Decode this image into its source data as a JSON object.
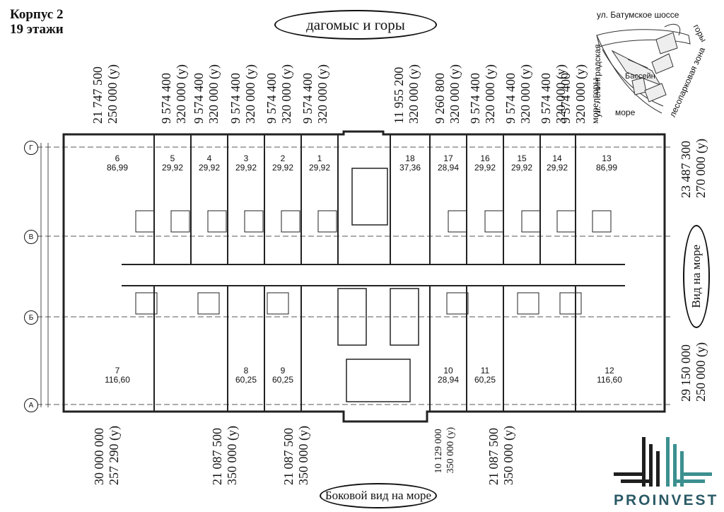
{
  "header": {
    "building": "Корпус 2",
    "floors": "19 этажи"
  },
  "orientation": {
    "top": "дагомыс и горы",
    "right": "Вид на море",
    "bottom": "Боковой вид на море"
  },
  "top_prices": [
    {
      "price": "21 747 500",
      "per_m2": "250 000 (у)"
    },
    {
      "price": "9 574 400",
      "per_m2": "320 000 (у)"
    },
    {
      "price": "9 574 400",
      "per_m2": "320 000 (у)"
    },
    {
      "price": "9 574 400",
      "per_m2": "320 000 (у)"
    },
    {
      "price": "9 574 400",
      "per_m2": "320 000 (у)"
    },
    {
      "price": "9 574 400",
      "per_m2": "320 000 (у)"
    },
    {
      "price": "11 955 200",
      "per_m2": "320 000 (у)"
    },
    {
      "price": "9 260 800",
      "per_m2": "320 000 (у)"
    },
    {
      "price": "9 574 400",
      "per_m2": "320 000 (у)"
    },
    {
      "price": "9 574 400",
      "per_m2": "320 000 (у)"
    },
    {
      "price": "9 574 400",
      "per_m2": "320 000 (у)"
    },
    {
      "price": "9 574 400",
      "per_m2": "320 000 (у)",
      "note": "море, горы"
    }
  ],
  "right_prices": [
    {
      "price": "23 487 300",
      "per_m2": "270 000 (у)"
    },
    {
      "price": "29 150 000",
      "per_m2": "250 000 (у)"
    }
  ],
  "bottom_prices": [
    {
      "price": "30 000 000",
      "per_m2": "257 290 (у)"
    },
    {
      "price": "21 087 500",
      "per_m2": "350 000 (у)"
    },
    {
      "price": "21 087 500",
      "per_m2": "350 000 (у)"
    },
    {
      "price": "10 129 000",
      "per_m2": "350 000 (у)"
    },
    {
      "price": "21 087 500",
      "per_m2": "350 000 (у)"
    }
  ],
  "site_map": {
    "road": "ул. Батумское шоссе",
    "street": "ул. Ленинградская",
    "pool": "Бассейн",
    "park": "лесопарковая зона",
    "sea": "море",
    "mountains": "горы"
  },
  "apartments": [
    {
      "num": "6",
      "area": "86,99"
    },
    {
      "num": "5",
      "area": "29,92"
    },
    {
      "num": "4",
      "area": "29,92"
    },
    {
      "num": "3",
      "area": "29,92"
    },
    {
      "num": "2",
      "area": "29,92"
    },
    {
      "num": "1",
      "area": "29,92"
    },
    {
      "num": "18",
      "area": "37,36"
    },
    {
      "num": "17",
      "area": "28,94"
    },
    {
      "num": "16",
      "area": "29,92"
    },
    {
      "num": "15",
      "area": "29,92"
    },
    {
      "num": "14",
      "area": "29,92"
    },
    {
      "num": "13",
      "area": "86,99"
    },
    {
      "num": "7",
      "area": "116,60"
    },
    {
      "num": "8",
      "area": "60,25"
    },
    {
      "num": "9",
      "area": "60,25"
    },
    {
      "num": "10",
      "area": "28,94"
    },
    {
      "num": "11",
      "area": "60,25"
    },
    {
      "num": "12",
      "area": "116,60"
    }
  ],
  "axes": [
    "Г",
    "В",
    "Б",
    "А"
  ],
  "brand": {
    "name": "PROINVEST",
    "colors": {
      "dark": "#1f1f1f",
      "teal": "#3c8f8f"
    }
  }
}
